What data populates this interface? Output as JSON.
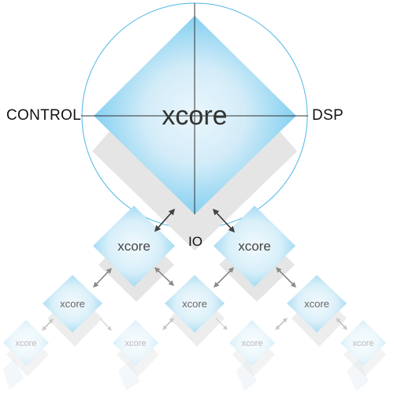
{
  "diagram": {
    "main_node": {
      "label": "xcore"
    },
    "axis_labels": {
      "left": "CONTROL",
      "right": "DSP",
      "bottom": "IO"
    },
    "tier2_nodes": [
      "xcore",
      "xcore"
    ],
    "tier3_nodes": [
      "xcore",
      "xcore",
      "xcore"
    ],
    "tier4_nodes": [
      "xcore",
      "xcore",
      "xcore",
      "xcore"
    ],
    "colors": {
      "node_blue": "#3cb4ea",
      "node_light": "#d9eef9",
      "circle": "#4fb6e4",
      "shadow": "#e4e4e4",
      "axis": "#333333",
      "arrow": "#555555",
      "text": "#111111"
    }
  }
}
